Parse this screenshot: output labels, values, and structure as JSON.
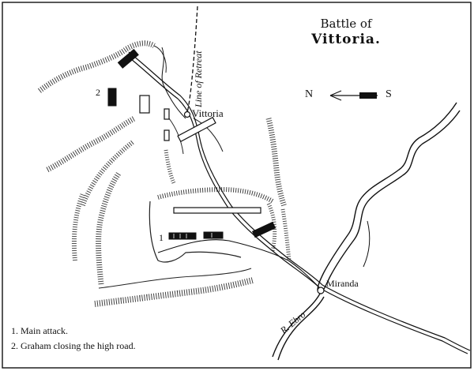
{
  "title": {
    "line1": "Battle of",
    "line2": "Vittoria."
  },
  "places": {
    "vittoria": "Vittoria",
    "miranda": "Miranda",
    "river": "R. Ebro",
    "retreat": "Line of Retreat"
  },
  "compass": {
    "north": "N",
    "south": "S"
  },
  "markers": {
    "one": "1",
    "two": "2"
  },
  "legend": {
    "item1": "1. Main attack.",
    "item2": "2. Graham closing the high road."
  },
  "colors": {
    "ink": "#111111",
    "paper": "#ffffff"
  }
}
